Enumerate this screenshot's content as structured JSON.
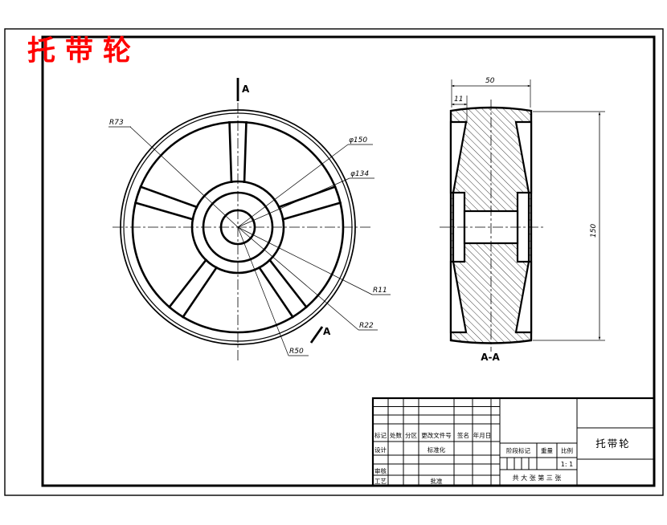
{
  "title": {
    "text": "托带轮",
    "color": "#ff0000"
  },
  "front_view": {
    "labels": {
      "r73": "R73",
      "d150": "φ150",
      "d134": "φ134",
      "r11": "R11",
      "r22": "R22",
      "r50": "R50"
    },
    "section_marker_top": "A",
    "section_marker_bottom": "A"
  },
  "section_view": {
    "caption": "A-A",
    "dim_width": "50",
    "dim_rim": "11",
    "dim_height": "150"
  },
  "title_block": {
    "header_cols": [
      "标记",
      "处数",
      "分区",
      "更改文件号",
      "签名",
      "年月日"
    ],
    "design": "设计",
    "standardization": "标准化",
    "audit": "审核",
    "process": "工艺",
    "approve": "批准",
    "stage_mark": "阶段标记",
    "weight": "重量",
    "scale": "比例",
    "scale_value": "1: 1",
    "sheet_info": "共 大 张 第 三 张",
    "part_name": "托带轮"
  }
}
